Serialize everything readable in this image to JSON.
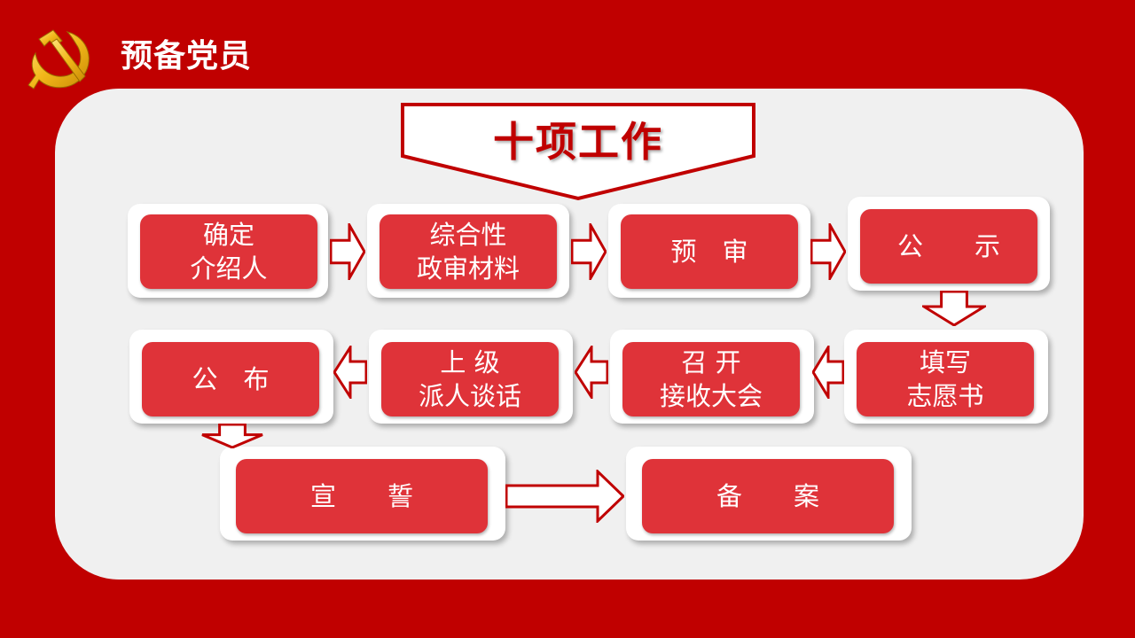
{
  "header": {
    "title": "预备党员"
  },
  "banner": {
    "title": "十项工作"
  },
  "colors": {
    "background_red": "#c00000",
    "box_red": "#df3339",
    "panel_gray": "#f0f0f0",
    "logo_gold": "#f2b71a"
  },
  "icons": {
    "logo": "hammer-sickle-emblem-icon",
    "arrow": "outlined-arrow-icon"
  },
  "steps": [
    {
      "label": "确定\n介绍人"
    },
    {
      "label": "综合性\n政审材料"
    },
    {
      "label": "预　审"
    },
    {
      "label": "公　　示"
    },
    {
      "label": "填写\n志愿书"
    },
    {
      "label": "召 开\n接收大会"
    },
    {
      "label": "上 级\n派人谈话"
    },
    {
      "label": "公　布"
    },
    {
      "label": "宣　　誓"
    },
    {
      "label": "备　　案"
    }
  ]
}
